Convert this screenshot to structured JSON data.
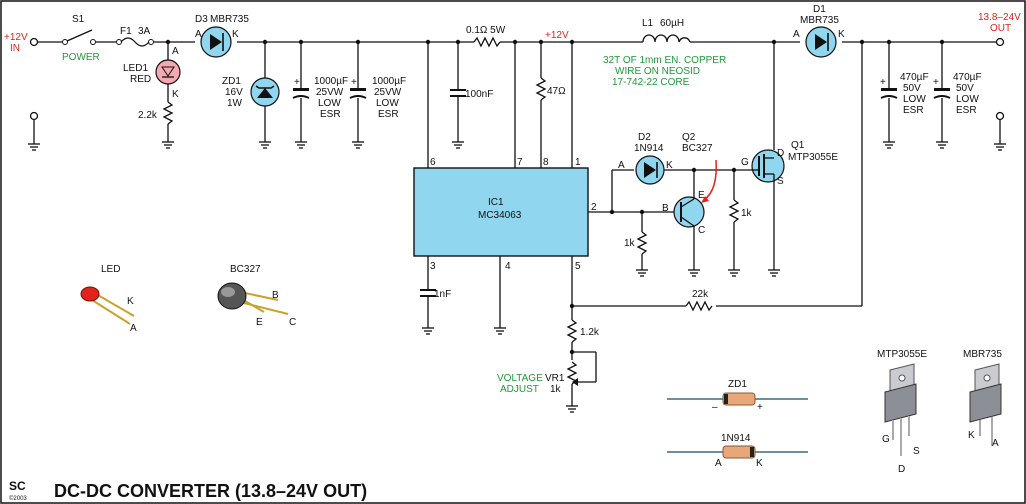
{
  "title": "DC-DC CONVERTER (13.8–24V OUT)",
  "logo": {
    "text": "SC",
    "year": "©2003"
  },
  "colors": {
    "wire": "#111111",
    "component_fill": "#8fd6ee",
    "label_red": "#e0241b",
    "label_green": "#1f9a3a",
    "led_fill": "#f4a9b3"
  },
  "input": {
    "voltage": "+12V",
    "label": "IN"
  },
  "output": {
    "voltage": "13.8–24V",
    "label": "OUT"
  },
  "switch": {
    "ref": "S1",
    "name": "POWER"
  },
  "fuse": {
    "ref": "F1",
    "value": "3A"
  },
  "led1": {
    "ref": "LED1",
    "color": "RED",
    "anode": "A",
    "cathode": "K",
    "resistor": "2.2k"
  },
  "d3": {
    "ref": "D3",
    "part": "MBR735",
    "anode": "A",
    "cathode": "K"
  },
  "zd1": {
    "ref": "ZD1",
    "voltage": "16V",
    "power": "1W"
  },
  "c_in1": {
    "value": "1000µF",
    "rating": "25VW",
    "type1": "LOW",
    "type2": "ESR"
  },
  "c_in2": {
    "value": "1000µF",
    "rating": "25VW",
    "type1": "LOW",
    "type2": "ESR"
  },
  "r_sense": "0.1Ω 5W",
  "rail_label": "+12V",
  "c_100n": "100nF",
  "r_47": "47Ω",
  "inductor": {
    "ref": "L1",
    "value": "60µH",
    "note1": "32T OF 1mm EN. COPPER",
    "note2": "WIRE ON NEOSID",
    "note3": "17-742-22 CORE"
  },
  "d1": {
    "ref": "D1",
    "part": "MBR735",
    "anode": "A",
    "cathode": "K"
  },
  "c_out1": {
    "value": "470µF",
    "rating": "50V",
    "type1": "LOW",
    "type2": "ESR"
  },
  "c_out2": {
    "value": "470µF",
    "rating": "50V",
    "type1": "LOW",
    "type2": "ESR"
  },
  "ic1": {
    "ref": "IC1",
    "part": "MC34063",
    "pins": [
      "6",
      "7",
      "8",
      "1",
      "2",
      "3",
      "4",
      "5"
    ]
  },
  "d2": {
    "ref": "D2",
    "part": "1N914",
    "anode": "A",
    "cathode": "K"
  },
  "q2": {
    "ref": "Q2",
    "part": "BC327",
    "b": "B",
    "e": "E",
    "c": "C"
  },
  "q1": {
    "ref": "Q1",
    "part": "MTP3055E",
    "g": "G",
    "d": "D",
    "s": "S"
  },
  "r_1k_gate": "1k",
  "r_1k_base": "1k",
  "c_1n": "1nF",
  "r_22k": "22k",
  "r_1_2k": "1.2k",
  "vr1": {
    "ref": "VR1",
    "value": "1k",
    "label1": "VOLTAGE",
    "label2": "ADJUST"
  },
  "led_pinout": {
    "title": "LED",
    "k": "K",
    "a": "A"
  },
  "bc327_pinout": {
    "title": "BC327",
    "b": "B",
    "e": "E",
    "c": "C"
  },
  "zd1_pinout": {
    "title": "ZD1",
    "minus": "–",
    "plus": "+"
  },
  "n914_pinout": {
    "title": "1N914",
    "a": "A",
    "k": "K"
  },
  "mtp_pinout": {
    "title": "MTP3055E",
    "g": "G",
    "s": "S",
    "d": "D"
  },
  "mbr_pinout": {
    "title": "MBR735",
    "k": "K",
    "a": "A"
  }
}
